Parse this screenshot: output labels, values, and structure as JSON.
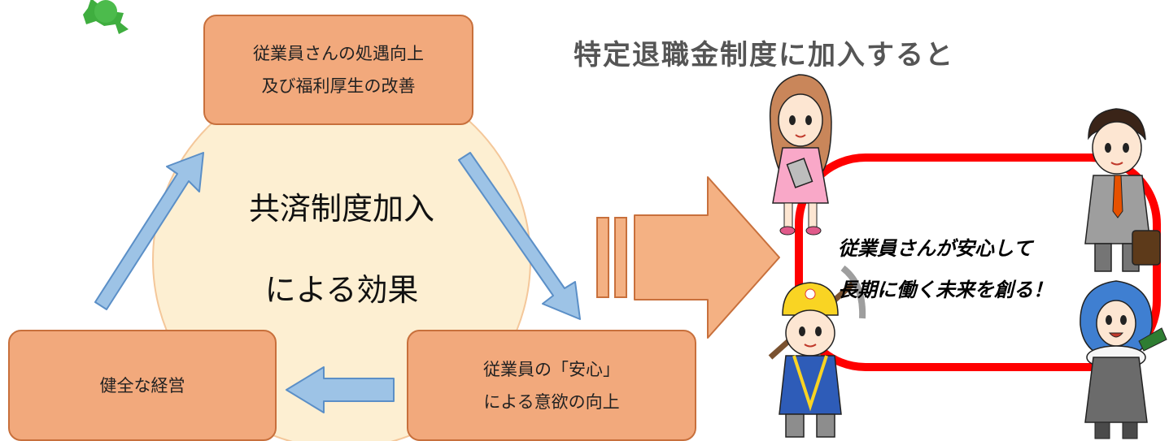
{
  "diagram": {
    "center": {
      "line1": "共済制度加入",
      "line2": "による効果"
    },
    "box_top": {
      "line1": "従業員さんの処遇向上",
      "line2": "及び福利厚生の改善"
    },
    "box_bottom_right": {
      "line1": "従業員の「安心」",
      "line2": "による意欲の向上"
    },
    "box_bottom_left": {
      "line1": "健全な経営"
    }
  },
  "heading": "特定退職金制度に加入すると",
  "message": {
    "line1": "従業員さんが安心して",
    "line2": "長期に働く未来を創る！"
  },
  "colors": {
    "circle_fill": "#fdefd2",
    "box_fill": "#f2a97c",
    "box_border": "#c8703c",
    "cycle_arrow": "#9dc3e6",
    "big_arrow": "#f4b183",
    "frame": "#ff0000",
    "badge": "#3fae3f"
  },
  "icons": [
    "badge-icon",
    "businesswoman-icon",
    "businessman-icon",
    "construction-worker-icon",
    "farmer-woman-icon"
  ]
}
